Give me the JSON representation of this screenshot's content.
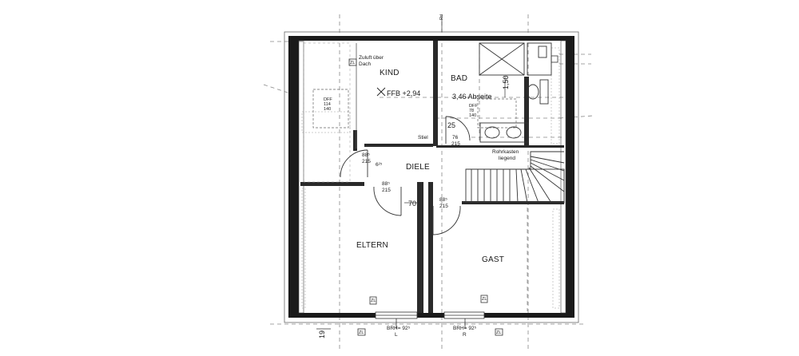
{
  "rooms": {
    "kind": "KIND",
    "bad": "BAD",
    "diele": "DIELE",
    "eltern": "ELTERN",
    "gast": "GAST"
  },
  "annotations": {
    "zuluft_line1": "Zuluft über",
    "zuluft_line2": "Dach",
    "zl": "ZL",
    "ffb": "FFB +2,94",
    "abseite": "3,46 Abseite",
    "dim_150": "1,50",
    "dim_25": "25",
    "dim_70": "70",
    "stiel": "Stiel",
    "rohrkasten_line1": "Rohrkasten",
    "rohrkasten_line2": "liegend",
    "dff_kind": [
      "DFF",
      "114",
      "140"
    ],
    "dff_bad": [
      "DFF",
      "78",
      "140"
    ],
    "door_bad": [
      "76",
      "215"
    ],
    "door_kind": [
      "88⁵",
      "215"
    ],
    "door_eltern": [
      "88⁵",
      "215"
    ],
    "door_gast": [
      "88⁵",
      "215"
    ],
    "door_diele_small": "6²⁵",
    "brh_left": "BRH= 92⁵",
    "brh_left_side": "L",
    "brh_right": "BRH= 92⁵",
    "brh_right_side": "R",
    "top_axis": "Rd",
    "bottom_dim": "19"
  },
  "colors": {
    "wall": "#1a1a1a",
    "line": "#555555",
    "dashed": "#777777",
    "background": "#ffffff"
  }
}
